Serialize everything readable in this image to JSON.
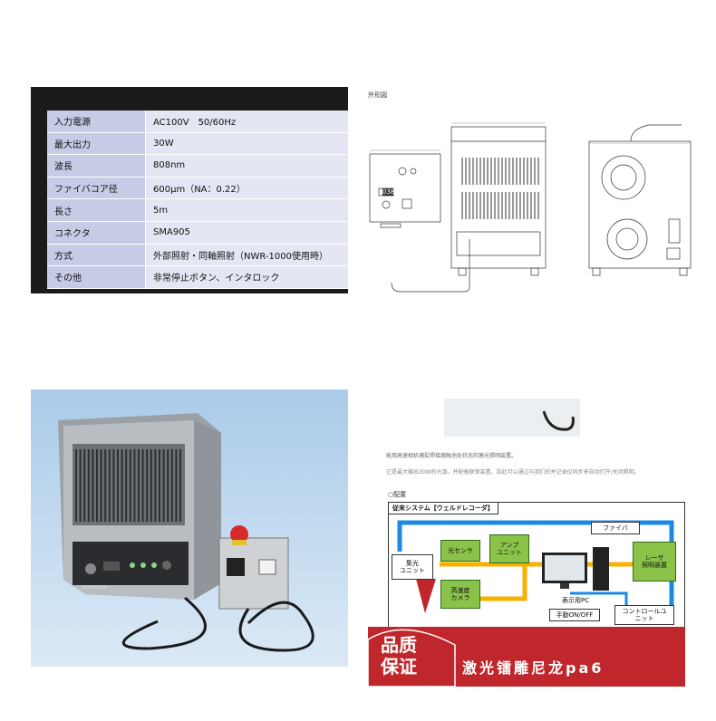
{
  "spec_table": {
    "rows": [
      {
        "label": "入力電源",
        "value": "AC100V　50/60Hz"
      },
      {
        "label": "最大出力",
        "value": "30W"
      },
      {
        "label": "波長",
        "value": "808nm"
      },
      {
        "label": "ファイバコア径",
        "value": "600μm（NA：0.22）"
      },
      {
        "label": "長さ",
        "value": "5m"
      },
      {
        "label": "コネクタ",
        "value": "SMA905"
      },
      {
        "label": "方式",
        "value": "外部照射・同軸照射（NWR-1000使用時）"
      },
      {
        "label": "その他",
        "value": "非常停止ボタン、インタロック"
      }
    ]
  },
  "drawing": {
    "title": "外形図",
    "display_value": "038"
  },
  "photo": {
    "device_brand": "NISHIHARA"
  },
  "diagram": {
    "line1": "能用高速相机捕捉焊接熔融池处状态的激光照明装置。",
    "line2": "它是最大输出30W的光源，并配备联锁装置，因此可以通过与我们的并记录仪同步来自动打开/关闭照明。",
    "section": "○配置",
    "system_title": "従来システム【ウェルドレコーダ】",
    "boxes": {
      "fiber": "ファイバ",
      "collector": "集光\nユニット",
      "sensor": "光センサ",
      "amp": "アンプ\nユニット",
      "camera": "高速度\nカメラ",
      "laser": "レーザ\n照明装置",
      "pc": "表示用PC",
      "manual": "手動ON/OFF",
      "control": "コントロールユ\nニット"
    },
    "badge": "品质\n保证",
    "banner_text": "激光镭雕尼龙pa6",
    "colors": {
      "green": "#8bc34a",
      "blue": "#1e88e5",
      "yellow": "#f9b000",
      "red": "#c0272d"
    }
  }
}
